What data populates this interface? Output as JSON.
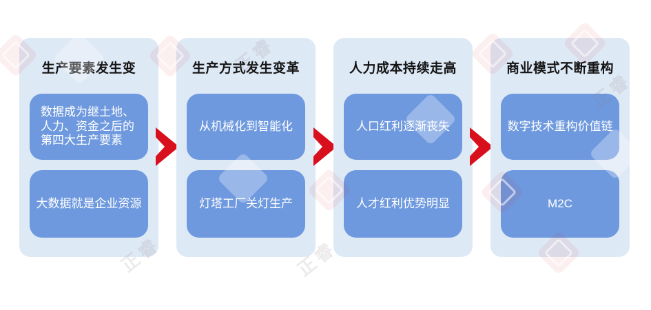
{
  "figure": {
    "type": "flow-infographic",
    "columns": [
      {
        "title": "生产要素发生变",
        "boxes": [
          "数据成为继土地、\n人力、资金之后的\n第四大生产要素",
          "大数据就是企业资源"
        ]
      },
      {
        "title": "生产方式发生变革",
        "boxes": [
          "从机械化到智能化",
          "灯塔工厂关灯生产"
        ]
      },
      {
        "title": "人力成本持续走高",
        "boxes": [
          "人口红利逐渐丧失",
          "人才红利优势明显"
        ]
      },
      {
        "title": "商业模式不断重构",
        "boxes": [
          "数字技术重构价值链",
          "M2C"
        ]
      }
    ],
    "arrows": {
      "count": 3,
      "direction": "right",
      "icon": "chevron-right-icon",
      "color": "#d8101e"
    }
  },
  "watermark": {
    "text": "正睿"
  },
  "colors": {
    "background": "#ffffff",
    "panel_bg": "#dee9f6",
    "box_bg": "#6e99de",
    "box_text": "#ffffff",
    "title_text": "#141414",
    "arrow_red": "#d8101e"
  }
}
